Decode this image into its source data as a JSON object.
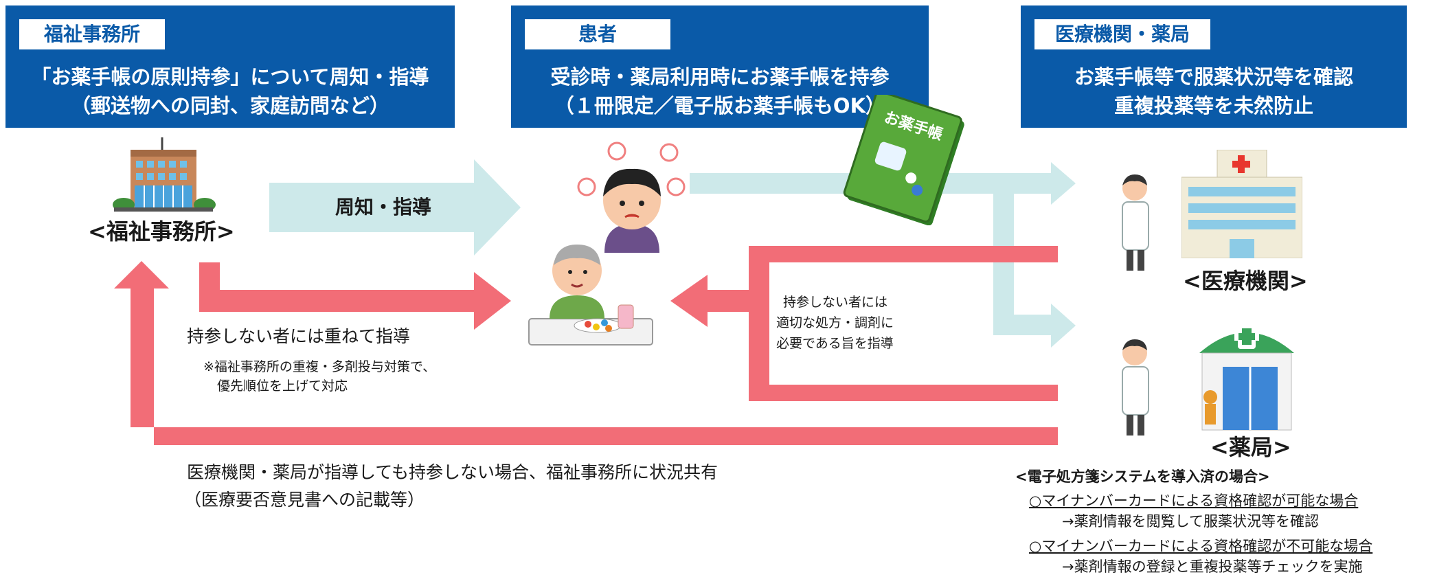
{
  "panels": {
    "welfare": {
      "tag": "福祉事務所",
      "line1": "「お薬手帳の原則持参」について周知・指導",
      "line2": "（郵送物への同封、家庭訪問など）"
    },
    "patient": {
      "tag": "患者",
      "line1": "受診時・薬局利用時にお薬手帳を持参",
      "line2": "（１冊限定／電子版お薬手帳もOK）"
    },
    "medical": {
      "tag": "医療機関・薬局",
      "line1": "お薬手帳等で服薬状況等を確認",
      "line2": "重複投薬等を未然防止"
    }
  },
  "labels": {
    "welfare_office": "<福祉事務所>",
    "medical_institution": "<医療機関>",
    "pharmacy": "<薬局>",
    "notice_guidance": "周知・指導",
    "repeat_guidance": "持参しない者には重ねて指導",
    "note_line1": "※福祉事務所の重複・多剤投与対策で、",
    "note_line2": "優先順位を上げて対応",
    "mid_line1": "持参しない者には",
    "mid_line2": "適切な処方・調剤に",
    "mid_line3": "必要である旨を指導",
    "share_line1": "医療機関・薬局が指導しても持参しない場合、福祉事務所に状況共有",
    "share_line2": "（医療要否意見書への記載等）",
    "notebook_text": "お薬手帳"
  },
  "eprescription": {
    "heading": "<電子処方箋システムを導入済の場合>",
    "case1_title": "○マイナンバーカードによる資格確認が可能な場合",
    "case1_detail": "→薬剤情報を閲覧して服薬状況等を確認",
    "case2_title": "○マイナンバーカードによる資格確認が不可能な場合",
    "case2_detail": "→薬剤情報の登録と重複投薬等チェックを実施"
  },
  "colors": {
    "panel_blue": "#0a5aa8",
    "light_arrow": "#cde9ea",
    "red_arrow": "#f26d77",
    "notebook_green": "#58a93a"
  }
}
